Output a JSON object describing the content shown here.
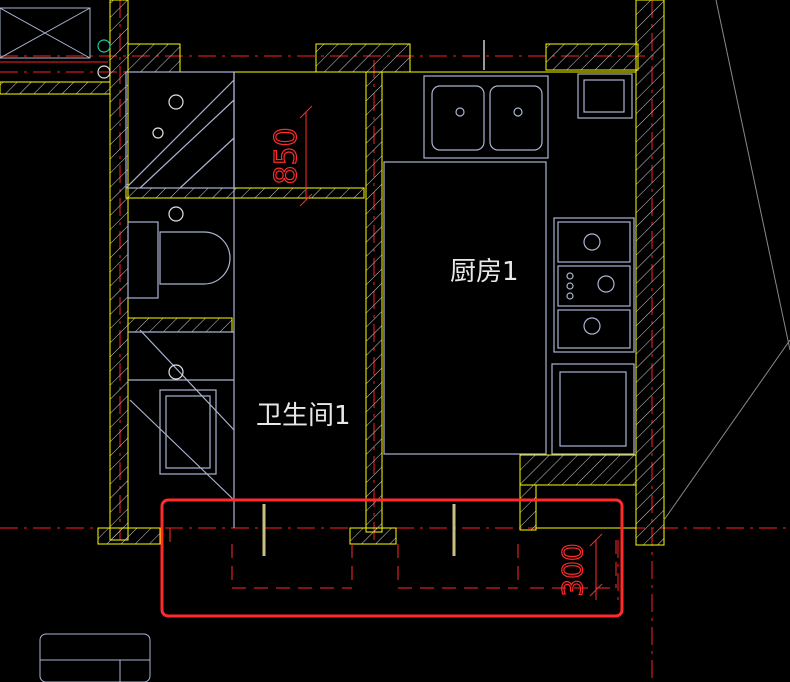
{
  "rooms": {
    "kitchen": "厨房1",
    "bathroom": "卫生间1"
  },
  "dimensions": {
    "vertical_top": "850",
    "vertical_bottom": "300"
  },
  "colors": {
    "background": "#000000",
    "wall": "#ffff00",
    "hatch": "#cfcfcf",
    "axis": "#ff2020",
    "fixture": "#aab4d0",
    "highlight": "#ff2a2a"
  },
  "highlight": {
    "shape": "rounded-rectangle",
    "color": "#ff2a2a"
  }
}
